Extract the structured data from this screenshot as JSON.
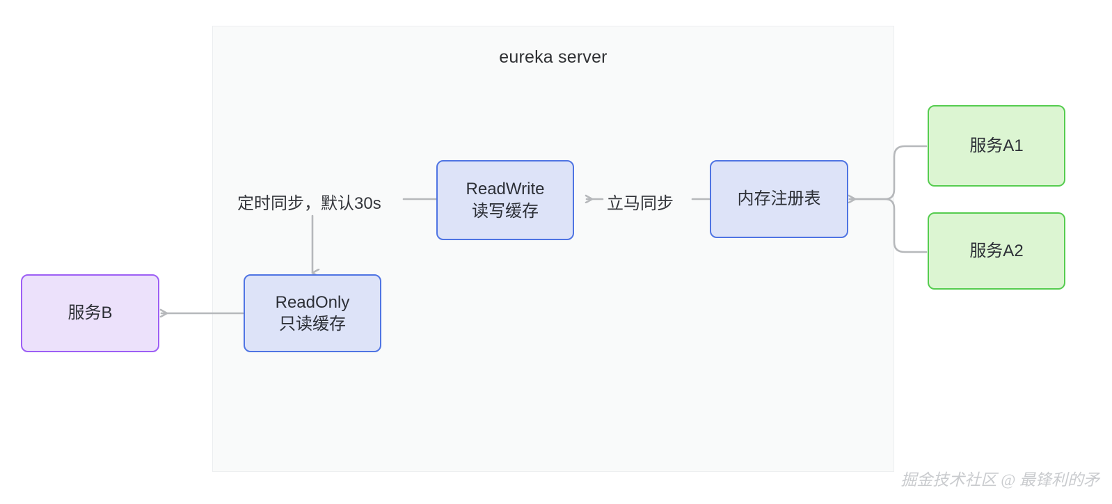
{
  "diagram": {
    "title": "eureka server",
    "watermark": "掘金技术社区 @ 最锋利的矛",
    "colors": {
      "canvas_bg": "#ffffff",
      "panel_bg": "#f9fafa",
      "panel_border": "#eceef0",
      "blue_fill": "#dde3f8",
      "blue_border": "#4f74e3",
      "green_fill": "#dcf5d2",
      "green_border": "#55cc4f",
      "purple_fill": "#ece1fb",
      "purple_border": "#9d5ff5",
      "edge": "#b6b8bb",
      "text": "#2c2f36",
      "title_text": "#2f3033",
      "watermark_text": "#c9cbce"
    },
    "nodes": [
      {
        "id": "readwrite",
        "line1": "ReadWrite",
        "line2": "读写缓存",
        "style": "blue"
      },
      {
        "id": "readonly",
        "line1": "ReadOnly",
        "line2": "只读缓存",
        "style": "blue"
      },
      {
        "id": "registry",
        "line1": "内存注册表",
        "line2": "",
        "style": "blue"
      },
      {
        "id": "service_a1",
        "line1": "服务A1",
        "line2": "",
        "style": "green"
      },
      {
        "id": "service_a2",
        "line1": "服务A2",
        "line2": "",
        "style": "green"
      },
      {
        "id": "service_b",
        "line1": "服务B",
        "line2": "",
        "style": "purple"
      }
    ],
    "edges": [
      {
        "id": "registry-to-readwrite",
        "from": "registry",
        "to": "readwrite",
        "label": "立马同步",
        "direction": "left"
      },
      {
        "id": "readwrite-to-readonly",
        "from": "readwrite",
        "to": "readonly",
        "label": "定时同步，默认30s",
        "direction": "down"
      },
      {
        "id": "readonly-to-service-b",
        "from": "readonly",
        "to": "service_b",
        "label": "",
        "direction": "left"
      },
      {
        "id": "service-a1-to-registry",
        "from": "service_a1",
        "to": "registry",
        "label": "",
        "direction": "left"
      },
      {
        "id": "service-a2-to-registry",
        "from": "service_a2",
        "to": "registry",
        "label": "",
        "direction": "left"
      }
    ]
  }
}
